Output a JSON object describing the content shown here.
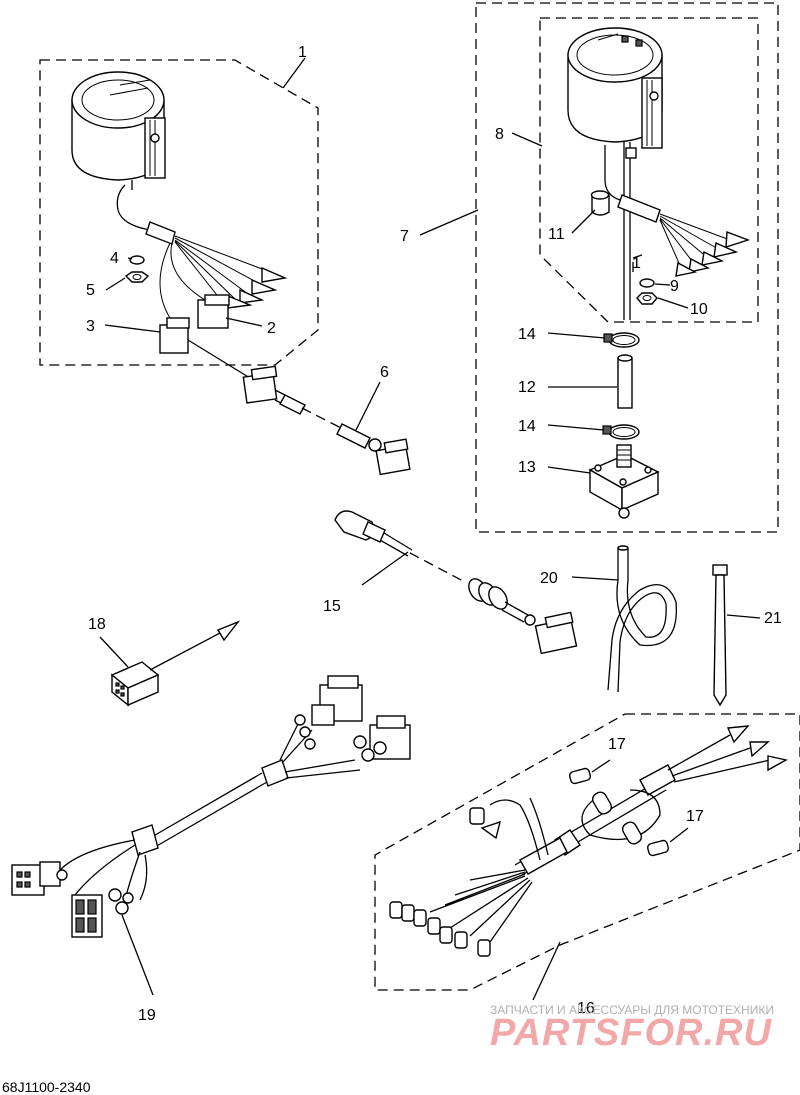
{
  "diagram": {
    "callouts": [
      "1",
      "2",
      "3",
      "4",
      "5",
      "6",
      "7",
      "8",
      "9",
      "10",
      "11",
      "12",
      "13",
      "14",
      "14",
      "15",
      "16",
      "17",
      "17",
      "18",
      "19",
      "20",
      "21",
      "1"
    ],
    "watermark": {
      "tagline": "ЗАПЧАСТИ И АКСЕССУАРЫ ДЛЯ МОТОТЕХНИКИ",
      "brand": "PARTSFOR.RU"
    },
    "diagram_code": "68J1100-2340"
  }
}
